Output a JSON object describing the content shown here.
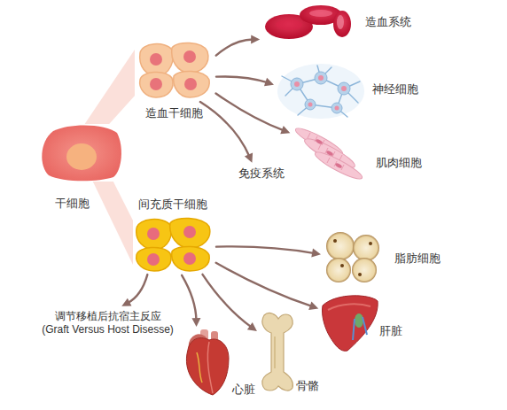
{
  "diagram": {
    "nodes": [
      {
        "text": [
          "干细胞"
        ]
      },
      {
        "text": [
          "造血干细胞"
        ]
      },
      {
        "text": [
          "造血系统"
        ]
      },
      {
        "text": [
          "神经细胞"
        ]
      },
      {
        "text": [
          "肌肉细胞"
        ]
      },
      {
        "text": [
          "免疫系统"
        ]
      },
      {
        "text": [
          "间充质干细胞"
        ]
      },
      {
        "text": [
          "脂肪细胞"
        ]
      },
      {
        "text": [
          "肝脏"
        ]
      },
      {
        "text": [
          "骨骼"
        ]
      },
      {
        "text": [
          "心脏"
        ]
      },
      {
        "text": [
          "调节移植后抗宿主反应 (Graft Versus Host Disesse)"
        ]
      }
    ],
    "edges": [
      {
        "from": 0,
        "to": 1,
        "arrow": "none"
      },
      {
        "from": 0,
        "to": 6,
        "arrow": "none"
      },
      {
        "from": 1,
        "to": 2,
        "arrow": "to"
      },
      {
        "from": 1,
        "to": 3,
        "arrow": "to"
      },
      {
        "from": 1,
        "to": 4,
        "arrow": "to"
      },
      {
        "from": 1,
        "to": 5,
        "arrow": "to"
      },
      {
        "from": 6,
        "to": 7,
        "arrow": "to"
      },
      {
        "from": 6,
        "to": 8,
        "arrow": "to"
      },
      {
        "from": 6,
        "to": 9,
        "arrow": "to"
      },
      {
        "from": 6,
        "to": 10,
        "arrow": "to"
      },
      {
        "from": 6,
        "to": 11,
        "arrow": "to"
      }
    ]
  }
}
